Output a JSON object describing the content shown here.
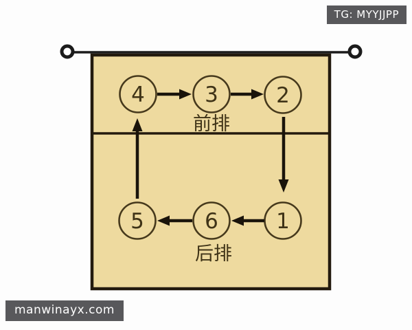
{
  "overlays": {
    "telegram_badge": "TG: MYYJJPP",
    "watermark": "manwinayx.com"
  },
  "diagram": {
    "type": "volleyball-rotation-diagram",
    "front_row": {
      "label": "前排",
      "players": [
        "4",
        "3",
        "2"
      ]
    },
    "back_row": {
      "label": "后排",
      "players": [
        "5",
        "6",
        "1"
      ]
    },
    "rotation_arrows": [
      {
        "from": "4",
        "to": "3",
        "direction": "right"
      },
      {
        "from": "3",
        "to": "2",
        "direction": "right"
      },
      {
        "from": "2",
        "to": "1",
        "direction": "down"
      },
      {
        "from": "1",
        "to": "6",
        "direction": "left"
      },
      {
        "from": "6",
        "to": "5",
        "direction": "left"
      },
      {
        "from": "5",
        "to": "4",
        "direction": "up"
      }
    ],
    "colors": {
      "court_fill": "#eeda9f",
      "court_border": "#231a0e",
      "circle_stroke": "#46391c",
      "number_text": "#3f3317",
      "arrow": "#1a140b",
      "net": "#1b1b1b",
      "badge_bg": "#58585b",
      "badge_text": "#ffffff"
    }
  }
}
